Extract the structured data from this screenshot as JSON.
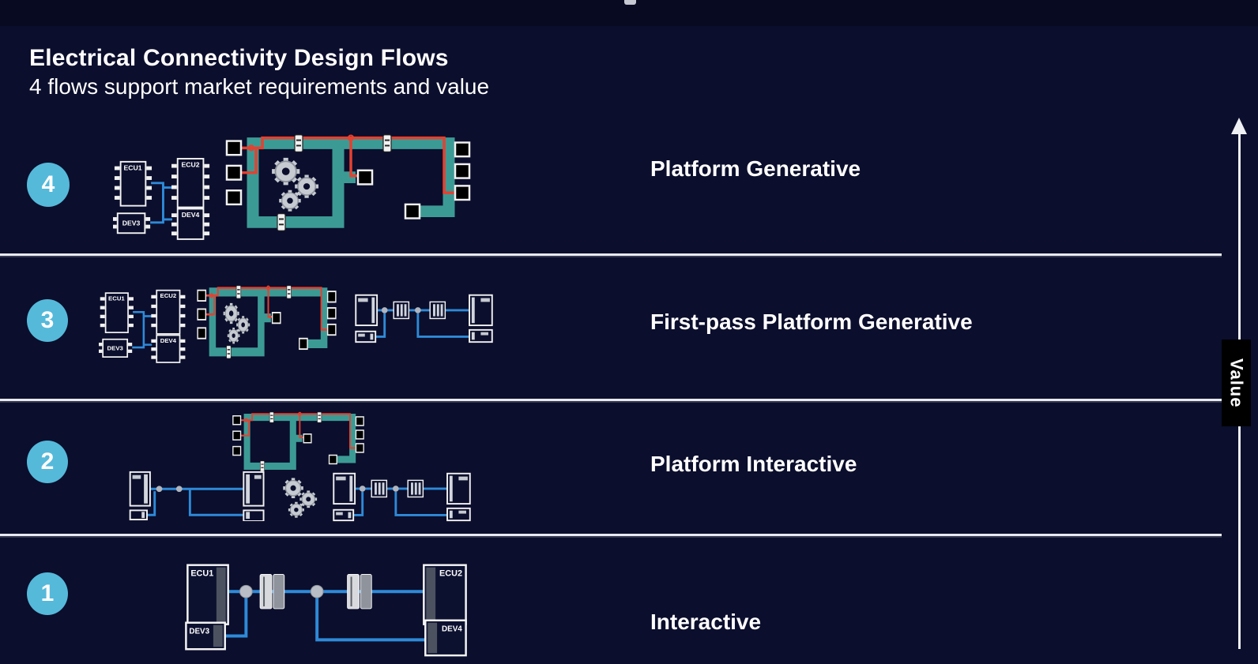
{
  "header": {
    "title": "Electrical Connectivity Design Flows",
    "subtitle": "4 flows support market requirements and value"
  },
  "rows": [
    {
      "number": "4",
      "label": "Platform Generative"
    },
    {
      "number": "3",
      "label": "First-pass Platform Generative"
    },
    {
      "number": "2",
      "label": "Platform Interactive"
    },
    {
      "number": "1",
      "label": "Interactive"
    }
  ],
  "value_axis": {
    "label": "Value"
  },
  "schematic_labels": {
    "ecu1": "ECU1",
    "ecu2": "ECU2",
    "dev3": "DEV3",
    "dev4": "DEV4"
  },
  "colors": {
    "background": "#0b0e2c",
    "top_strip": "#070a20",
    "step_circle": "#55b9da",
    "harness_teal": "#3c9a95",
    "wire_red": "#e6402f",
    "wire_blue": "#2e8ad8",
    "divider": "#e8eaef",
    "text": "#ffffff"
  }
}
